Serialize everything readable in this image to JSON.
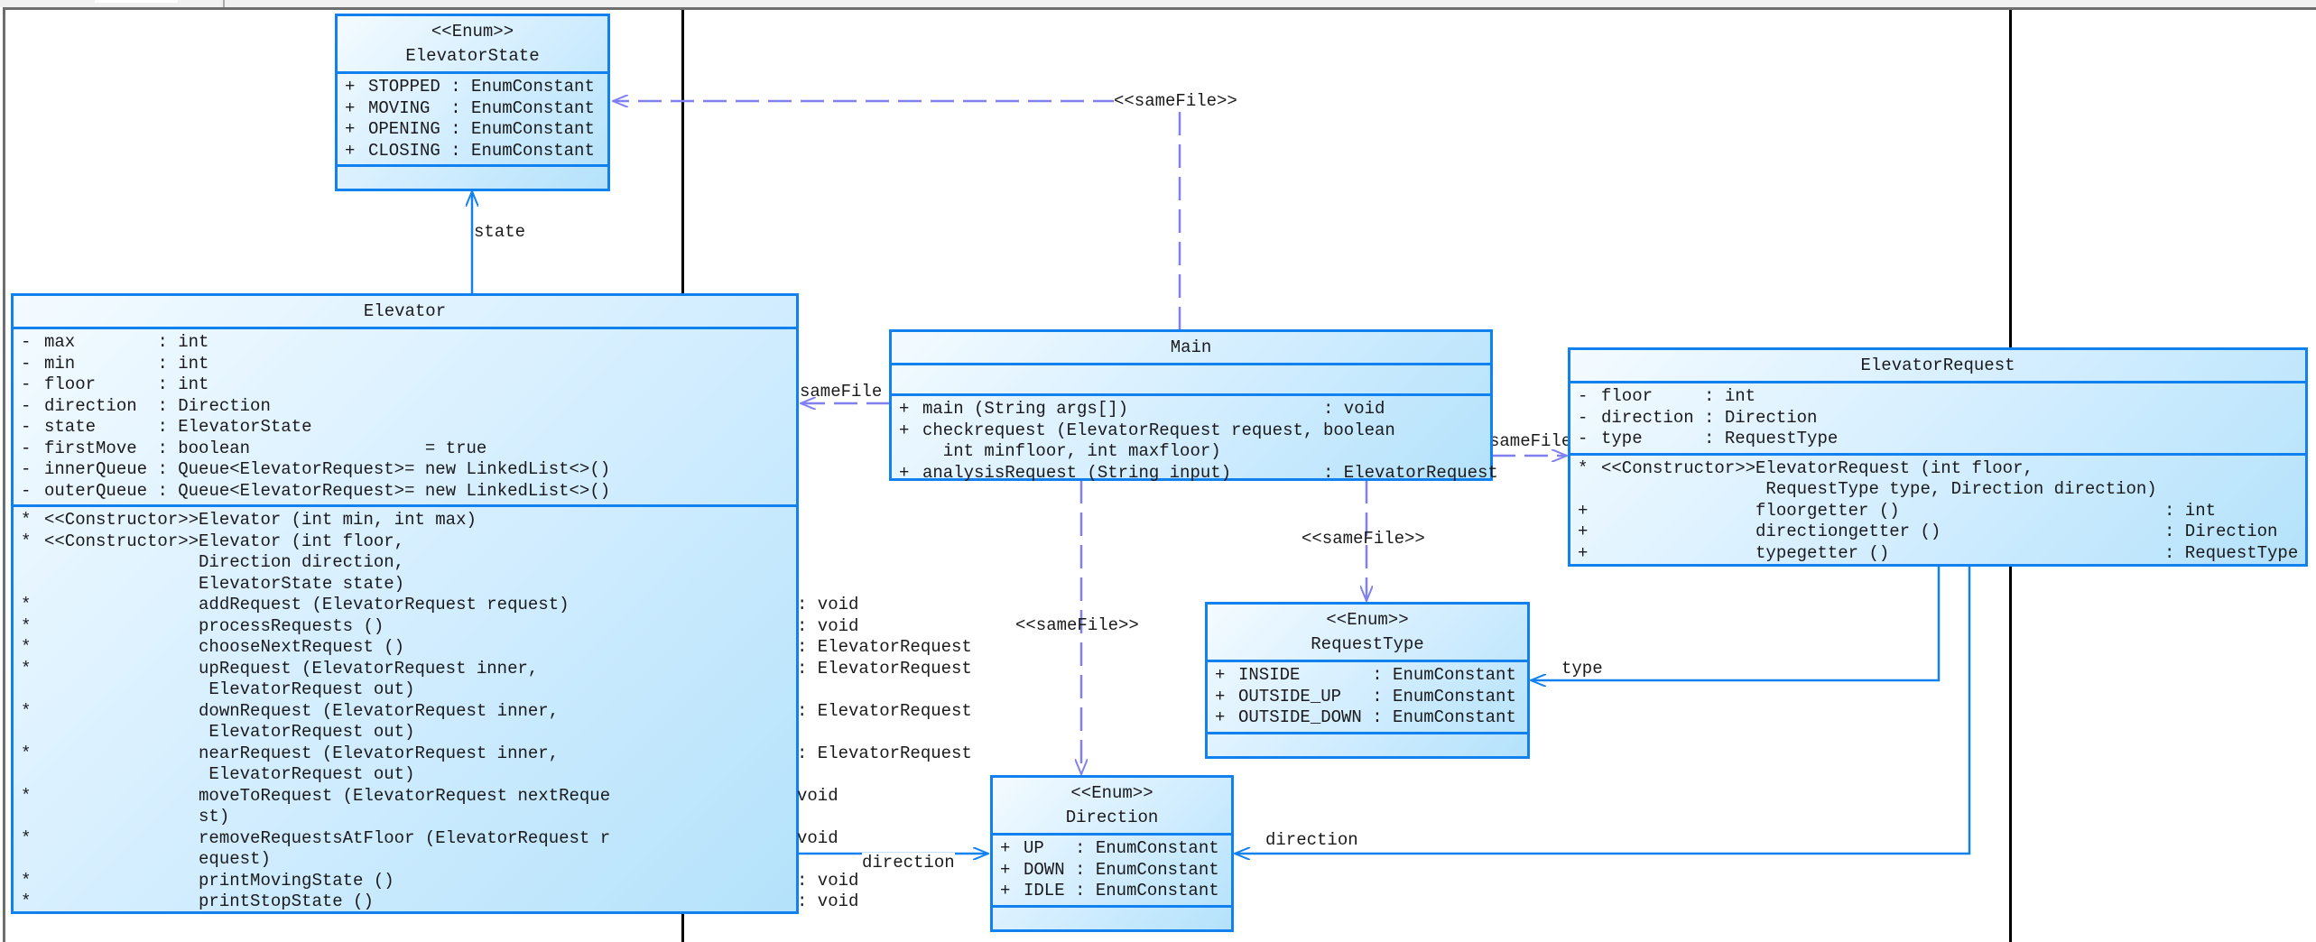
{
  "diagram": {
    "classes": {
      "elevator_state": {
        "stereotype": "<<Enum>>",
        "name": "ElevatorState",
        "attributes": [
          {
            "vis": "+",
            "name": "STOPPED",
            "type": ": EnumConstant"
          },
          {
            "vis": "+",
            "name": "MOVING ",
            "type": ": EnumConstant"
          },
          {
            "vis": "+",
            "name": "OPENING",
            "type": ": EnumConstant"
          },
          {
            "vis": "+",
            "name": "CLOSING",
            "type": ": EnumConstant"
          }
        ]
      },
      "elevator": {
        "name": "Elevator",
        "attributes": [
          {
            "vis": "-",
            "name": "max       ",
            "type": ": int"
          },
          {
            "vis": "-",
            "name": "min       ",
            "type": ": int"
          },
          {
            "vis": "-",
            "name": "floor     ",
            "type": ": int"
          },
          {
            "vis": "-",
            "name": "direction ",
            "type": ": Direction"
          },
          {
            "vis": "-",
            "name": "state     ",
            "type": ": ElevatorState"
          },
          {
            "vis": "-",
            "name": "firstMove ",
            "type": ": boolean                 = true"
          },
          {
            "vis": "-",
            "name": "innerQueue",
            "type": ": Queue<ElevatorRequest>= new LinkedList<>()"
          },
          {
            "vis": "-",
            "name": "outerQueue",
            "type": ": Queue<ElevatorRequest>= new LinkedList<>()"
          }
        ],
        "methods": [
          {
            "vis": "*",
            "sig": "<<Constructor>>Elevator (int min, int max)",
            "ret": ""
          },
          {
            "vis": "*",
            "sig": "<<Constructor>>Elevator (int floor,\n               Direction direction,\n               ElevatorState state)",
            "ret": ""
          },
          {
            "vis": "*",
            "sig": "               addRequest (ElevatorRequest request)",
            "ret": ": void"
          },
          {
            "vis": "*",
            "sig": "               processRequests ()",
            "ret": ": void"
          },
          {
            "vis": "*",
            "sig": "               chooseNextRequest ()",
            "ret": ": ElevatorRequest"
          },
          {
            "vis": "*",
            "sig": "               upRequest (ElevatorRequest inner,\n                ElevatorRequest out)",
            "ret": ": ElevatorRequest"
          },
          {
            "vis": "*",
            "sig": "               downRequest (ElevatorRequest inner,\n                ElevatorRequest out)",
            "ret": ": ElevatorRequest"
          },
          {
            "vis": "*",
            "sig": "               nearRequest (ElevatorRequest inner,\n                ElevatorRequest out)",
            "ret": ": ElevatorRequest"
          },
          {
            "vis": "*",
            "sig": "               moveToRequest (ElevatorRequest nextReque\n               st)",
            "ret": "void"
          },
          {
            "vis": "*",
            "sig": "               removeRequestsAtFloor (ElevatorRequest r\n               equest)",
            "ret": "void"
          },
          {
            "vis": "*",
            "sig": "               printMovingState ()",
            "ret": ": void"
          },
          {
            "vis": "*",
            "sig": "               printStopState ()",
            "ret": ": void"
          }
        ]
      },
      "main": {
        "name": "Main",
        "attributes": [],
        "methods": [
          {
            "vis": "+",
            "sig": "main (String args[])",
            "ret": ": void"
          },
          {
            "vis": "+",
            "sig": "checkrequest (ElevatorRequest request,\n  int minfloor, int maxfloor)",
            "ret": "boolean"
          },
          {
            "vis": "+",
            "sig": "analysisRequest (String input)",
            "ret": ": ElevatorRequest"
          }
        ]
      },
      "elevator_request": {
        "name": "ElevatorRequest",
        "attributes": [
          {
            "vis": "-",
            "name": "floor    ",
            "type": ": int"
          },
          {
            "vis": "-",
            "name": "direction",
            "type": ": Direction"
          },
          {
            "vis": "-",
            "name": "type     ",
            "type": ": RequestType"
          }
        ],
        "methods": [
          {
            "vis": "*",
            "sig": "<<Constructor>>ElevatorRequest (int floor,\n                RequestType type, Direction direction)",
            "ret": ""
          },
          {
            "vis": "+",
            "sig": "               floorgetter ()",
            "ret": ": int"
          },
          {
            "vis": "+",
            "sig": "               directiongetter ()",
            "ret": ": Direction"
          },
          {
            "vis": "+",
            "sig": "               typegetter ()",
            "ret": ": RequestType"
          }
        ]
      },
      "request_type": {
        "stereotype": "<<Enum>>",
        "name": "RequestType",
        "attributes": [
          {
            "vis": "+",
            "name": "INSIDE      ",
            "type": ": EnumConstant"
          },
          {
            "vis": "+",
            "name": "OUTSIDE_UP  ",
            "type": ": EnumConstant"
          },
          {
            "vis": "+",
            "name": "OUTSIDE_DOWN",
            "type": ": EnumConstant"
          }
        ]
      },
      "direction": {
        "stereotype": "<<Enum>>",
        "name": "Direction",
        "attributes": [
          {
            "vis": "+",
            "name": "UP  ",
            "type": ": EnumConstant"
          },
          {
            "vis": "+",
            "name": "DOWN",
            "type": ": EnumConstant"
          },
          {
            "vis": "+",
            "name": "IDLE",
            "type": ": EnumConstant"
          }
        ]
      }
    },
    "connectors": {
      "main_to_elevator_state": "<<sameFile>>",
      "main_to_elevator": "sameFile",
      "main_to_elevator_request": "sameFile",
      "main_to_request_type": "<<sameFile>>",
      "main_to_direction": "<<sameFile>>",
      "elevator_to_state": "state",
      "elevator_to_direction": "direction",
      "request_to_type": "type",
      "request_to_direction": "direction"
    },
    "colors": {
      "class_border": "#1281f0",
      "association": "#1281f0",
      "dependency": "#8080f0",
      "divider": "#000000"
    }
  }
}
